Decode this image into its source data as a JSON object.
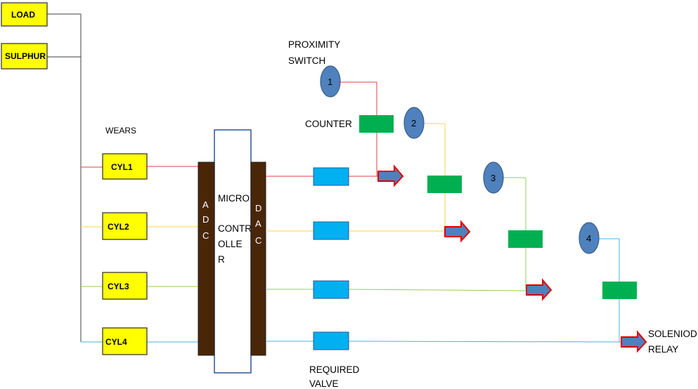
{
  "inputs": {
    "load": "LOAD",
    "sulphur": "SULPHUR"
  },
  "wears_label": "WEARS",
  "cylinders": [
    "CYL1",
    "CYL2",
    "CYL3",
    "CYL4"
  ],
  "controller": {
    "adc_letters": [
      "A",
      "D",
      "C"
    ],
    "dac_letters": [
      "D",
      "A",
      "C"
    ],
    "micro_lines": [
      "MICRO",
      "CONTR",
      "OLLE",
      "R"
    ]
  },
  "labels": {
    "proximity_switch": [
      "PROXIMITY",
      "SWITCH"
    ],
    "counter": "COUNTER",
    "required_valve": [
      "REQUIRED",
      "VALVE"
    ],
    "solenoid_relay": [
      "SOLENIOD",
      "RELAY"
    ]
  },
  "sensors": [
    "1",
    "2",
    "3",
    "4"
  ],
  "colors": {
    "cyl1_line": "#e04040",
    "cyl2_line": "#ffd24d",
    "cyl3_line": "#92d050",
    "cyl4_line": "#4ab0e0",
    "box_yellow": "#ffff00",
    "controller_brown": "#4a2608",
    "counter_green": "#00b050",
    "valve_blue": "#00b0f0",
    "sensor_blue": "#4f81bd",
    "arrow_outline": "#e00000"
  }
}
